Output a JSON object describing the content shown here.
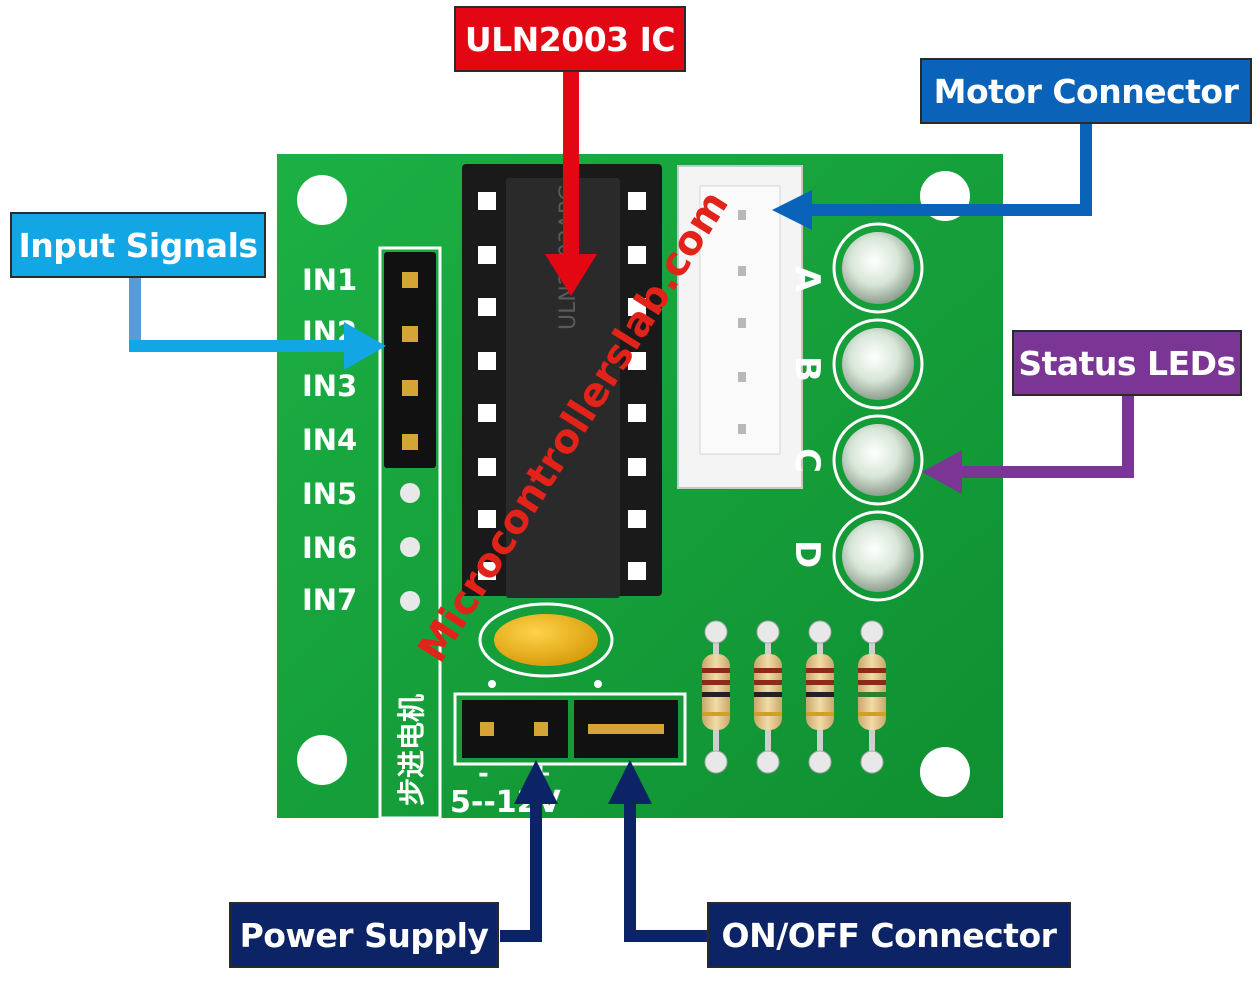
{
  "callouts": {
    "uln2003": "ULN2003 IC",
    "motor_connector": "Motor Connector",
    "input_signals": "Input Signals",
    "status_leds": "Status LEDs",
    "power_supply": "Power Supply",
    "on_off_connector": "ON/OFF Connector"
  },
  "board": {
    "input_labels": [
      "IN1",
      "IN2",
      "IN3",
      "IN4",
      "IN5",
      "IN6",
      "IN7"
    ],
    "phase_labels": [
      "A",
      "B",
      "C",
      "D"
    ],
    "voltage_label": "5--12V",
    "minus_label": "-",
    "plus_label": "+",
    "chinese_label": "步进电机",
    "ic_marking": "ULN2003APG"
  },
  "watermark": "Microcontrollerslab.com",
  "colors": {
    "pcb": "#15a33a",
    "uln2003": "#e30613",
    "motor_connector": "#0a63b8",
    "input_signals": "#12a6e4",
    "status_leds": "#7b3594",
    "power_supply": "#0c2466",
    "on_off_connector": "#0c2466",
    "watermark": "#e2231a"
  }
}
